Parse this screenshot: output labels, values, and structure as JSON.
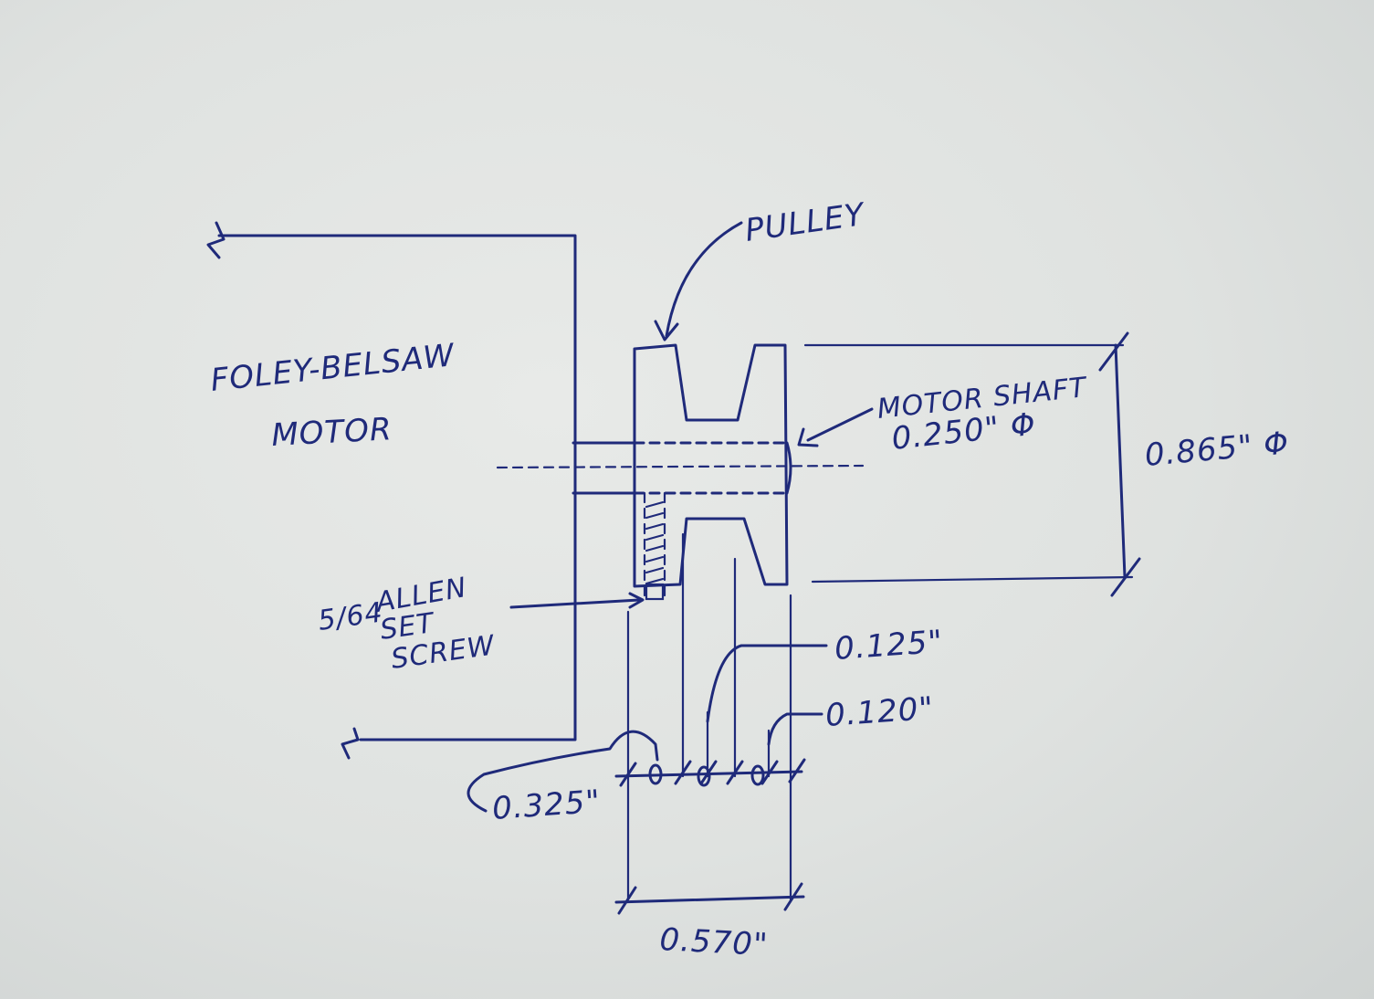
{
  "labels": {
    "motor_line1": "FOLEY-BELSAW",
    "motor_line2": "MOTOR",
    "pulley": "PULLEY",
    "shaft_line1": "MOTOR SHAFT",
    "shaft_line2": "0.250\" Φ",
    "outer_diameter": "0.865\" Φ",
    "set_screw_frac": "5/64",
    "set_screw_line1": "ALLEN",
    "set_screw_line2": "SET",
    "set_screw_line3": "SCREW",
    "dim_0125": "0.125\"",
    "dim_0120": "0.120\"",
    "dim_0325": "0.325\"",
    "dim_0570": "0.570\""
  },
  "colors": {
    "ink": "#1f2a7a",
    "paper": "#dfe2e0"
  }
}
